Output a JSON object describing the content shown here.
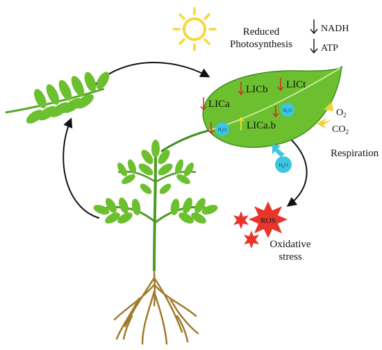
{
  "labels": {
    "reduced_line1": "Reduced",
    "reduced_line2": "Photosynthesis",
    "nadh": "NADH",
    "atp": "ATP",
    "licA": "LICa",
    "licB": "LICb",
    "licT": "LICt",
    "licAB": "LICa.b",
    "h2o": "H",
    "h2o_sub": "2",
    "h2o_o": "O",
    "o2": "O",
    "o2_sub": "2",
    "co2": "CO",
    "co2_sub": "2",
    "respiration": "Respiration",
    "ros": "ROS",
    "oxidative_line1": "Oxidative",
    "oxidative_line2": "stress"
  },
  "colors": {
    "leaf": "#6cbf2e",
    "leaf_dark": "#3f8f1f",
    "sun": "#f7d83a",
    "down_arrow": "#d32f2f",
    "up_arrow": "#f2e23a",
    "water_drop": "#3ec5e0",
    "ros_red": "#e8352b",
    "root": "#a07a2b",
    "stem": "#4f9a24",
    "arrow_black": "#111111"
  }
}
